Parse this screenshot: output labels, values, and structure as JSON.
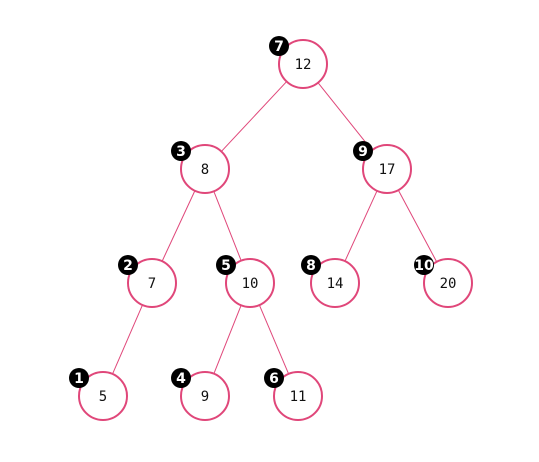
{
  "accent_color": "#e0477a",
  "badge_color": "#000000",
  "nodes": [
    {
      "id": "n12",
      "value": "12",
      "order": "7"
    },
    {
      "id": "n8",
      "value": "8",
      "order": "3"
    },
    {
      "id": "n17",
      "value": "17",
      "order": "9"
    },
    {
      "id": "n7",
      "value": "7",
      "order": "2"
    },
    {
      "id": "n10",
      "value": "10",
      "order": "5"
    },
    {
      "id": "n14",
      "value": "14",
      "order": "8"
    },
    {
      "id": "n20",
      "value": "20",
      "order": "10"
    },
    {
      "id": "n5",
      "value": "5",
      "order": "1"
    },
    {
      "id": "n9",
      "value": "9",
      "order": "4"
    },
    {
      "id": "n11",
      "value": "11",
      "order": "6"
    }
  ],
  "edges": [
    {
      "from": "n12",
      "to": "n8"
    },
    {
      "from": "n12",
      "to": "n17"
    },
    {
      "from": "n8",
      "to": "n7"
    },
    {
      "from": "n8",
      "to": "n10"
    },
    {
      "from": "n17",
      "to": "n14"
    },
    {
      "from": "n17",
      "to": "n20"
    },
    {
      "from": "n7",
      "to": "n5"
    },
    {
      "from": "n10",
      "to": "n9"
    },
    {
      "from": "n10",
      "to": "n11"
    }
  ]
}
